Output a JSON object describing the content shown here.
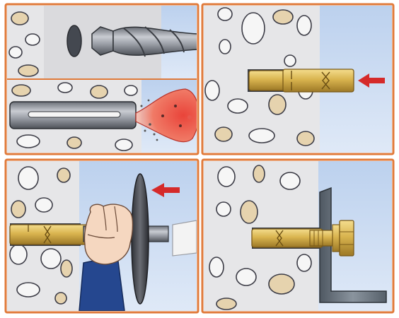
{
  "colors": {
    "frame": "#e07a3a",
    "concrete": "#e8e8ea",
    "stone_outline": "#3c3c46",
    "stone_tan": "#e6d3ae",
    "stone_light": "#f6f6f6",
    "sky": "#c9dbf1",
    "brass": "#d9b44f",
    "brass_dark": "#8e6b1e",
    "steel": "#8a8e96",
    "dust": "#e8584d",
    "arrow": "#d52a2a",
    "sleeve": "#25478f",
    "skin": "#f5d7c0",
    "bracket": "#6f7a86"
  },
  "panels": [
    {
      "step": 1,
      "name": "drill-hole-panel",
      "icons": [
        "drill-bit-icon",
        "concrete-wall-icon"
      ]
    },
    {
      "step": 2,
      "name": "clean-hole-panel",
      "icons": [
        "blow-pump-icon",
        "dust-cloud-icon"
      ]
    },
    {
      "step": 3,
      "name": "insert-anchor-panel",
      "icons": [
        "anchor-bolt-icon",
        "arrow-left-icon"
      ]
    },
    {
      "step": 4,
      "name": "hammer-set-panel",
      "icons": [
        "setting-tool-icon",
        "hand-icon",
        "arrow-left-icon"
      ]
    },
    {
      "step": 5,
      "name": "fix-bracket-panel",
      "icons": [
        "anchor-bolt-icon",
        "hex-nut-icon",
        "angle-bracket-icon"
      ]
    }
  ]
}
